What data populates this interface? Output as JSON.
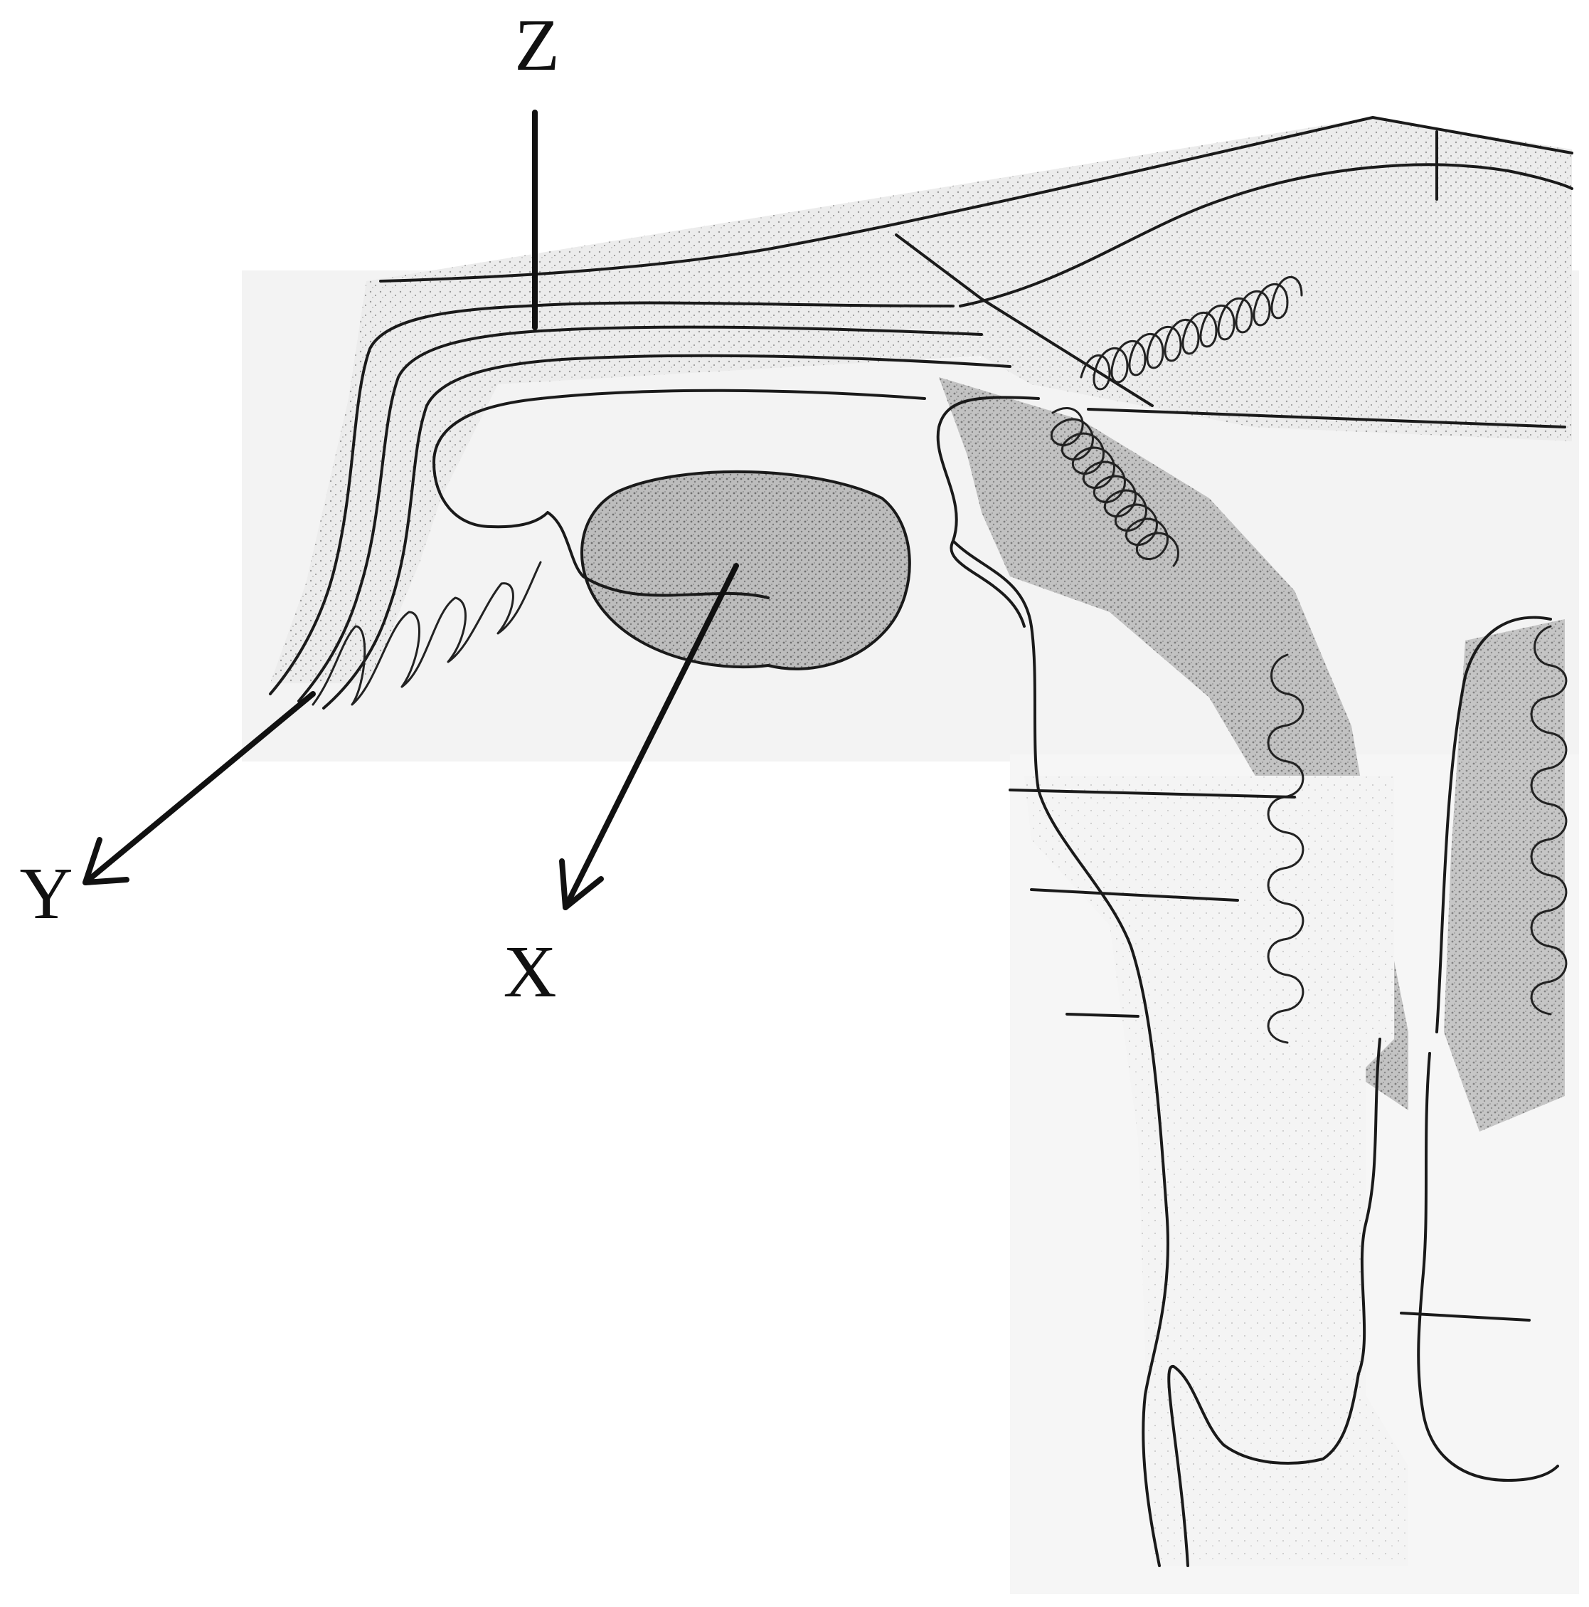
{
  "labels": {
    "z": "Z",
    "y": "Y",
    "x": "X"
  },
  "colors": {
    "ink": "#1a1a1a",
    "shading_light": "#dcdcdc",
    "shading_dark": "#a9a9a9",
    "background": "#ffffff"
  }
}
